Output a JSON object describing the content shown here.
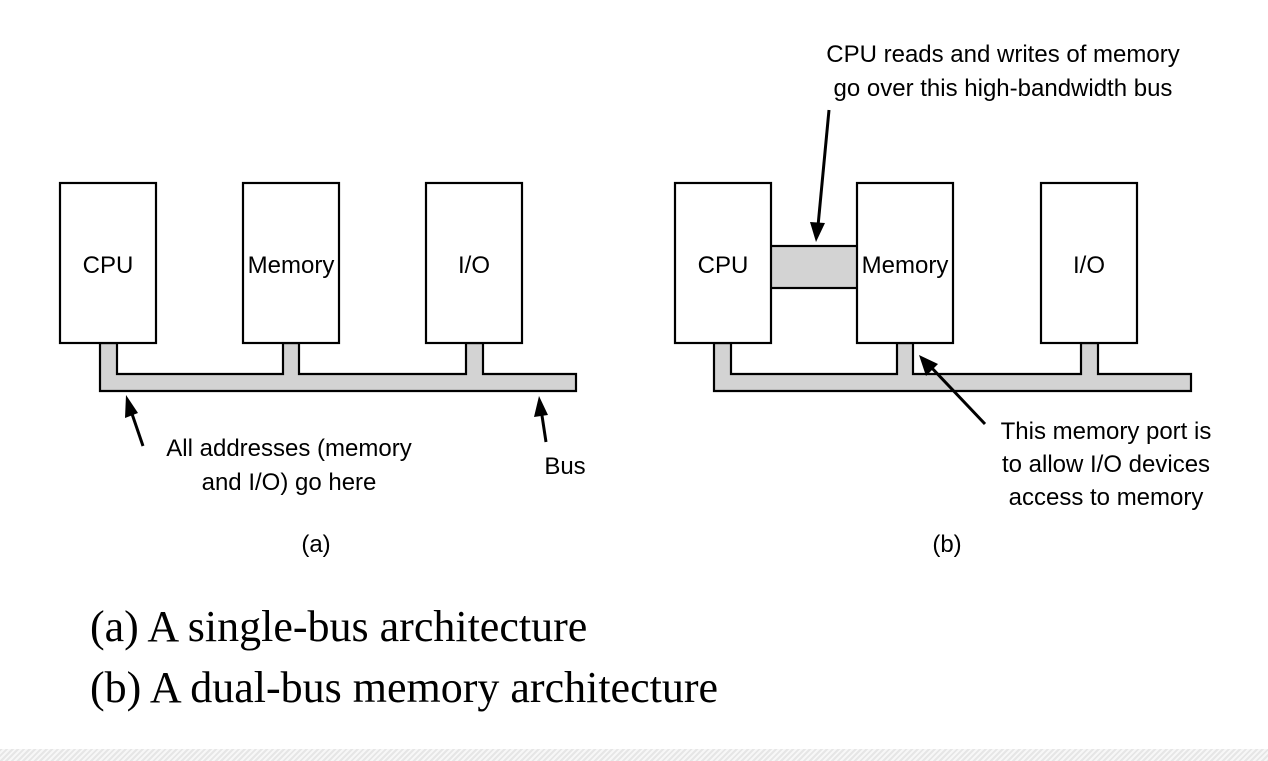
{
  "diagram_a": {
    "cpu_label": "CPU",
    "memory_label": "Memory",
    "io_label": "I/O",
    "annotation_addresses_line1": "All addresses (memory",
    "annotation_addresses_line2": "and I/O) go here",
    "annotation_bus": "Bus",
    "panel_label": "(a)"
  },
  "diagram_b": {
    "cpu_label": "CPU",
    "memory_label": "Memory",
    "io_label": "I/O",
    "annotation_highbw_line1": "CPU reads and writes of memory",
    "annotation_highbw_line2": "go over this high-bandwidth bus",
    "annotation_port_line1": "This memory port is",
    "annotation_port_line2": "to allow I/O devices",
    "annotation_port_line3": "access to memory",
    "panel_label": "(b)"
  },
  "captions": {
    "a": "(a) A single-bus architecture",
    "b": "(b) A dual-bus memory architecture"
  },
  "colors": {
    "bus_fill": "#d3d3d3",
    "stroke": "#000000"
  }
}
